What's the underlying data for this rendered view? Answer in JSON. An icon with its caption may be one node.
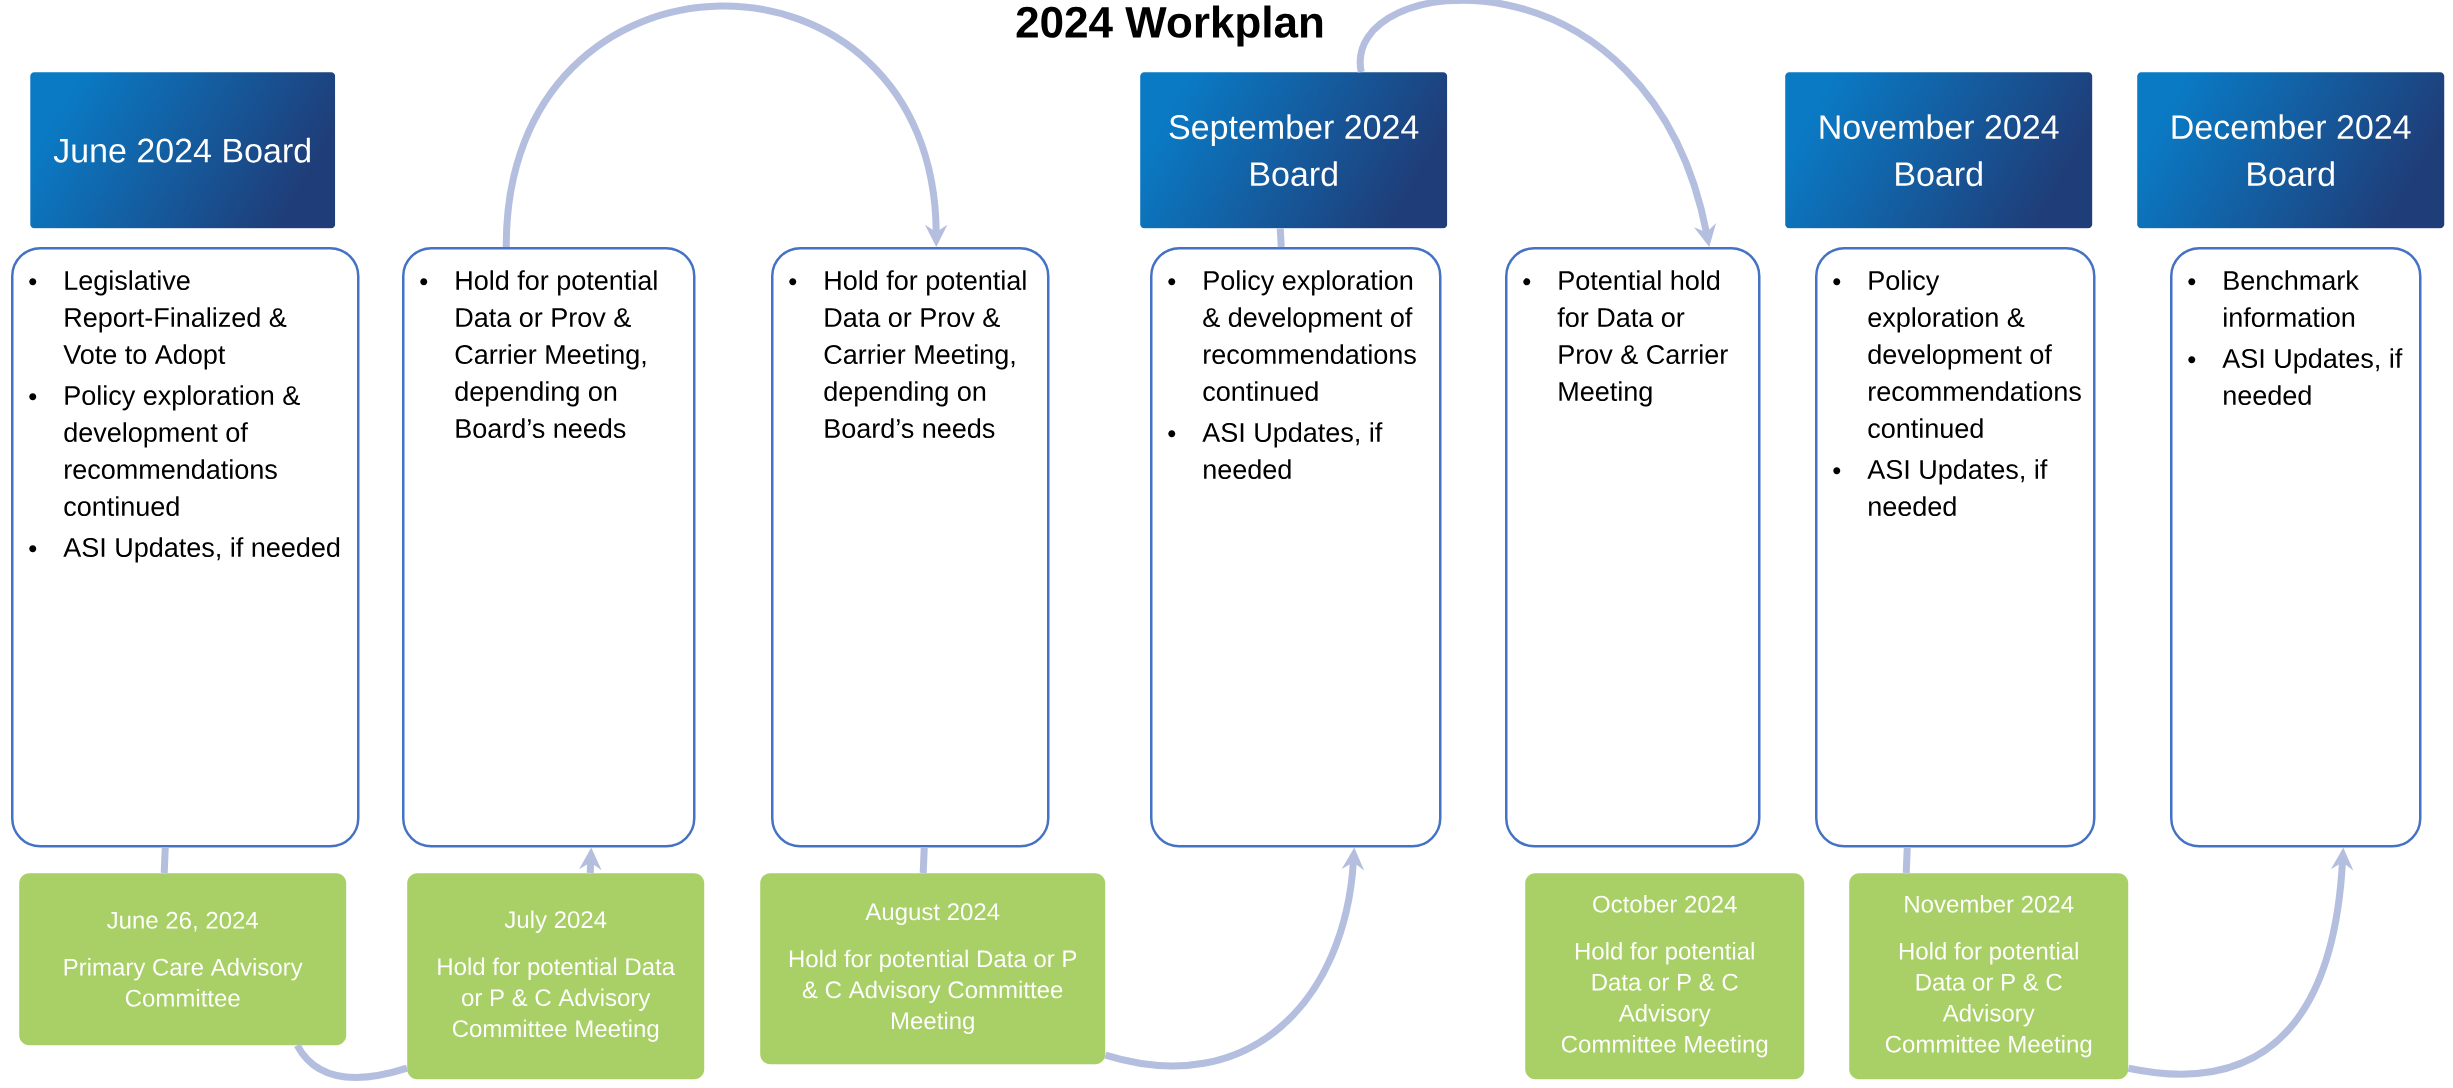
{
  "diagram": {
    "title": "2024 Workplan",
    "nodes": [
      {
        "text": [
          "June 2024 Board"
        ]
      },
      {
        "text": [
          "Legislative Report-Finalized & Vote to Adopt",
          "Policy exploration & development of recommendations continued",
          "ASI Updates, if needed"
        ]
      },
      {
        "text": [
          "Hold for potential Data or Prov & Carrier Meeting, depending on Board’s needs"
        ]
      },
      {
        "text": [
          "Hold for potential Data or Prov & Carrier Meeting, depending on Board’s needs"
        ]
      },
      {
        "text": [
          "September 2024 Board"
        ]
      },
      {
        "text": [
          "Policy exploration & development of recommendations continued",
          "ASI Updates, if needed"
        ]
      },
      {
        "text": [
          "Potential hold for Data or Prov & Carrier Meeting"
        ]
      },
      {
        "text": [
          "November 2024 Board"
        ]
      },
      {
        "text": [
          "Policy exploration & development of recommendations continued",
          "ASI Updates, if needed"
        ]
      },
      {
        "text": [
          "December 2024 Board"
        ]
      },
      {
        "text": [
          "Benchmark information",
          "ASI Updates, if needed"
        ]
      },
      {
        "text": [
          "June 26, 2024",
          "Primary Care Advisory Committee"
        ]
      },
      {
        "text": [
          "July 2024",
          "Hold for potential Data or P & C Advisory Committee Meeting"
        ]
      },
      {
        "text": [
          "August 2024",
          "Hold for potential Data or P & C Advisory Committee Meeting"
        ]
      },
      {
        "text": [
          "October 2024",
          "Hold for potential Data or P & C Advisory Committee Meeting"
        ]
      },
      {
        "text": [
          "November 2024",
          "Hold for potential Data or P & C Advisory Committee Meeting"
        ]
      }
    ],
    "edges": [
      {
        "from": 1,
        "to": 11,
        "arrow": "none"
      },
      {
        "from": 11,
        "to": 12,
        "arrow": "none"
      },
      {
        "from": 12,
        "to": 2,
        "arrow": "to"
      },
      {
        "from": 2,
        "to": 3,
        "arrow": "to"
      },
      {
        "from": 3,
        "to": 13,
        "arrow": "none"
      },
      {
        "from": 13,
        "to": 5,
        "arrow": "to"
      },
      {
        "from": 5,
        "to": 4,
        "arrow": "none"
      },
      {
        "from": 4,
        "to": 6,
        "arrow": "to"
      },
      {
        "from": 8,
        "to": 15,
        "arrow": "none"
      },
      {
        "from": 15,
        "to": 10,
        "arrow": "to"
      }
    ]
  }
}
